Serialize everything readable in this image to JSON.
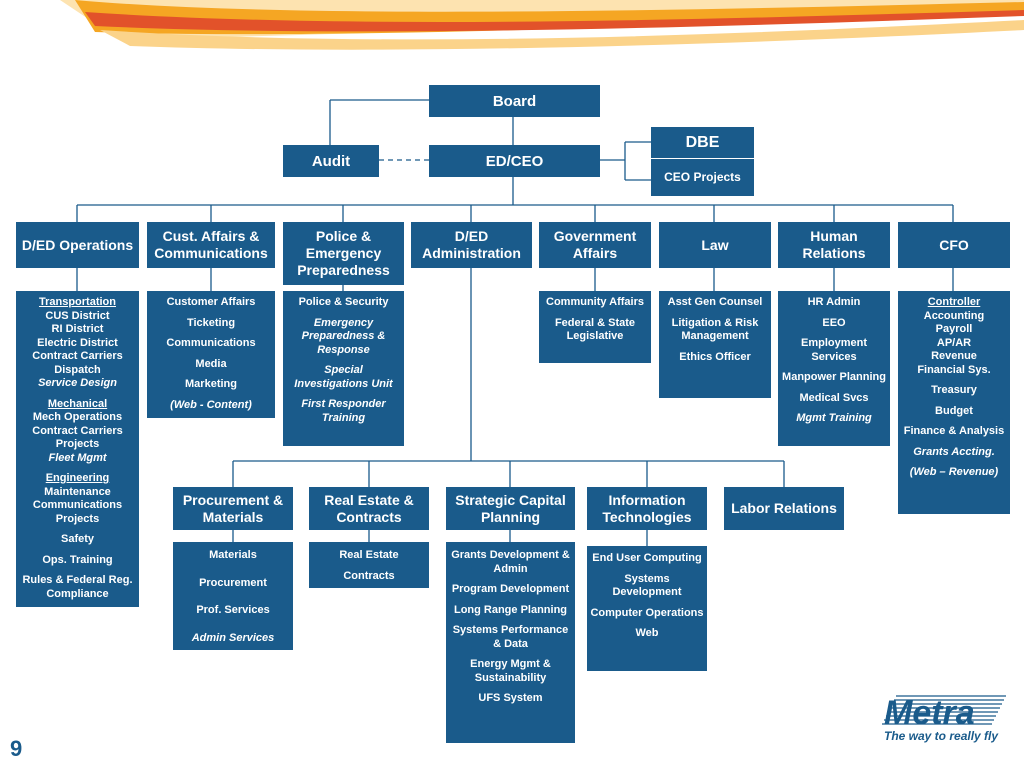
{
  "top": {
    "board": "Board",
    "audit": "Audit",
    "ceo": "ED/CEO",
    "dbe": "DBE",
    "ceo_projects": "CEO Projects"
  },
  "departments": [
    {
      "name": "D/ED Operations",
      "items": [
        "Transportation",
        "CUS District",
        "RI District",
        "Electric District",
        "Contract Carriers",
        "Dispatch",
        "Service Design",
        "Mechanical",
        "Mech Operations",
        "Contract Carriers Projects",
        "Fleet Mgmt",
        "Engineering",
        "Maintenance",
        "Communications",
        "Projects",
        "Safety",
        "Ops. Training",
        "Rules & Federal Reg. Compliance"
      ]
    },
    {
      "name": "Cust. Affairs & Communications",
      "items": [
        "Customer Affairs",
        "Ticketing",
        "Communications",
        "Media",
        "Marketing",
        "(Web - Content)"
      ]
    },
    {
      "name": "Police & Emergency Preparedness",
      "items": [
        "Police & Security",
        "Emergency Preparedness & Response",
        "Special Investigations Unit",
        "First Responder Training"
      ]
    },
    {
      "name": "D/ED Administration",
      "items": []
    },
    {
      "name": "Government Affairs",
      "items": [
        "Community Affairs",
        "Federal & State Legislative"
      ]
    },
    {
      "name": "Law",
      "items": [
        "Asst Gen Counsel",
        "Litigation & Risk Management",
        "Ethics Officer"
      ]
    },
    {
      "name": "Human Relations",
      "items": [
        "HR Admin",
        "EEO",
        "Employment Services",
        "Manpower Planning",
        "Medical Svcs",
        "Mgmt Training"
      ]
    },
    {
      "name": "CFO",
      "items": [
        "Controller",
        "Accounting",
        "Payroll",
        "AP/AR",
        "Revenue",
        "Financial Sys.",
        "Treasury",
        "Budget",
        "Finance & Analysis",
        "Grants Accting.",
        "(Web – Revenue)"
      ]
    }
  ],
  "admin_units": [
    {
      "name": "Procurement & Materials",
      "items": [
        "Materials",
        "Procurement",
        "Prof. Services",
        "Admin Services"
      ]
    },
    {
      "name": "Real Estate & Contracts",
      "items": [
        "Real Estate",
        "Contracts"
      ]
    },
    {
      "name": "Strategic Capital Planning",
      "items": [
        "Grants Development & Admin",
        "Program Development",
        "Long Range Planning",
        "Systems Performance & Data",
        "Energy Mgmt & Sustainability",
        "UFS System"
      ]
    },
    {
      "name": "Information Technologies",
      "items": [
        "End User Computing",
        "Systems Development",
        "Computer Operations",
        "Web"
      ]
    },
    {
      "name": "Labor Relations",
      "items": []
    }
  ],
  "footer": {
    "page_number": "9",
    "logo_text": "Metra",
    "tagline": "The way to really fly"
  },
  "colors": {
    "box": "#1a5b8b",
    "line": "#1a5b8b",
    "banner_orange": "#f5a623",
    "banner_red": "#e2522a",
    "banner_light": "#fbd38a"
  }
}
